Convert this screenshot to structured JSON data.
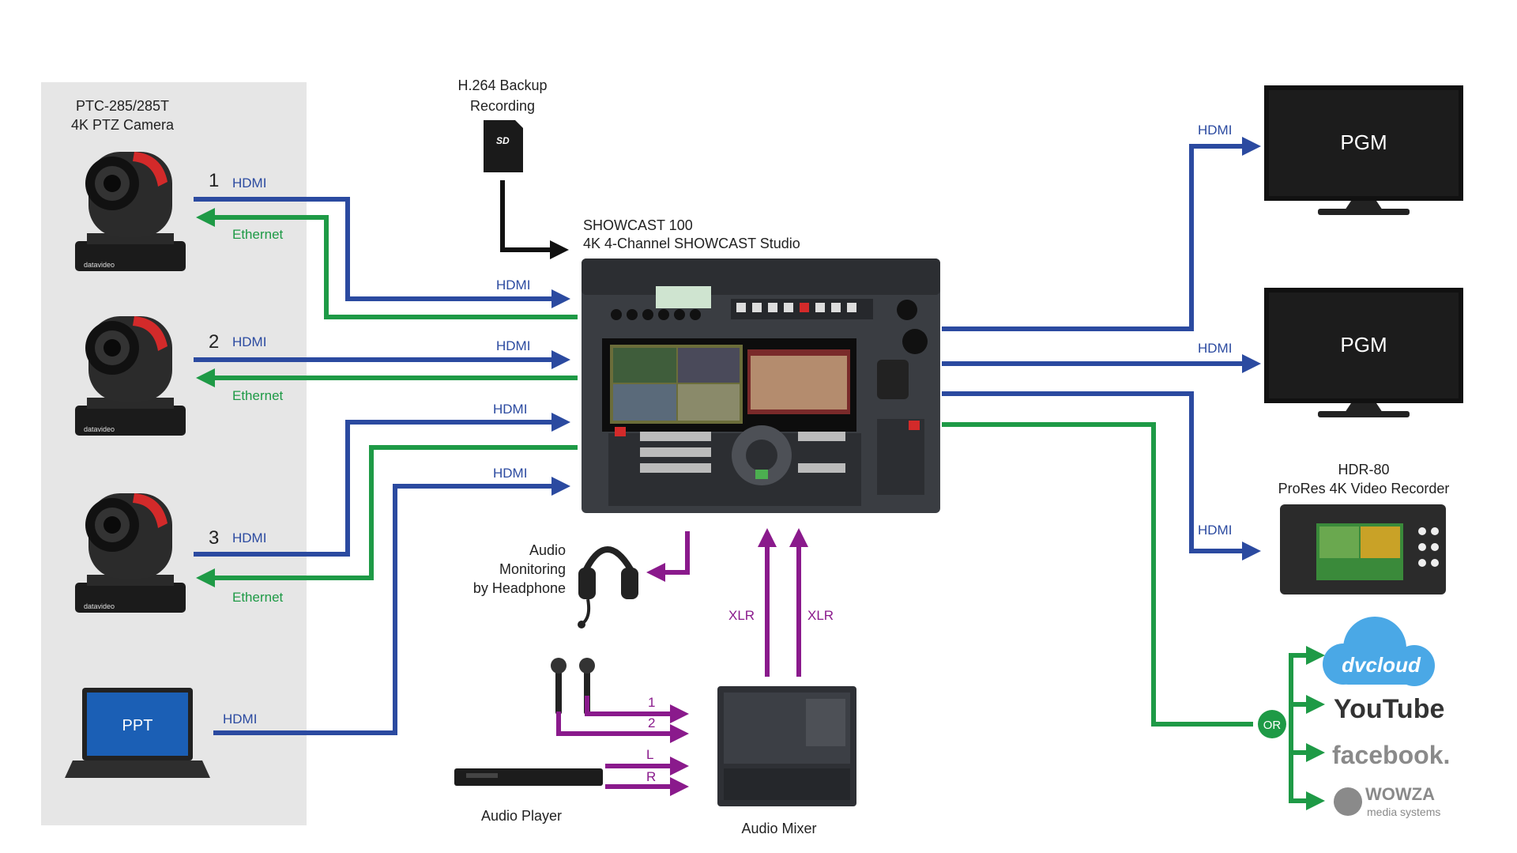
{
  "cameras": {
    "group_title": "PTC-285/285T",
    "group_subtitle": "4K PTZ Camera",
    "items": [
      {
        "number": "1",
        "video": "HDMI",
        "control": "Ethernet"
      },
      {
        "number": "2",
        "video": "HDMI",
        "control": "Ethernet"
      },
      {
        "number": "3",
        "video": "HDMI",
        "control": "Ethernet"
      }
    ],
    "brand": "datavideo"
  },
  "laptop": {
    "screen_text": "PPT",
    "video": "HDMI"
  },
  "backup": {
    "line1": "H.264 Backup",
    "line2": "Recording",
    "card_label": "SD"
  },
  "studio": {
    "line1": "SHOWCAST 100",
    "line2": "4K 4-Channel SHOWCAST Studio",
    "inputs": [
      "HDMI",
      "HDMI",
      "HDMI",
      "HDMI"
    ]
  },
  "outputs": {
    "pgm1": {
      "label": "HDMI",
      "screen": "PGM"
    },
    "pgm2": {
      "label": "HDMI",
      "screen": "PGM"
    },
    "recorder": {
      "label": "HDMI",
      "line1": "HDR-80",
      "line2": "ProRes 4K Video Recorder"
    }
  },
  "streaming": {
    "or": "OR",
    "services": [
      "dvcloud",
      "YouTube",
      "facebook.",
      "WOWZA",
      "media systems"
    ]
  },
  "audio": {
    "monitor_line1": "Audio",
    "monitor_line2": "Monitoring",
    "monitor_line3": "by Headphone",
    "xlr1": "XLR",
    "xlr2": "XLR",
    "mic1": "1",
    "mic2": "2",
    "left": "L",
    "right": "R",
    "player": "Audio Player",
    "mixer": "Audio Mixer"
  },
  "colors": {
    "hdmi": "#2b4aa0",
    "ethernet": "#1e9a46",
    "audio": "#8a1a8c",
    "backup": "#111111",
    "panel": "#e6e6e6"
  }
}
